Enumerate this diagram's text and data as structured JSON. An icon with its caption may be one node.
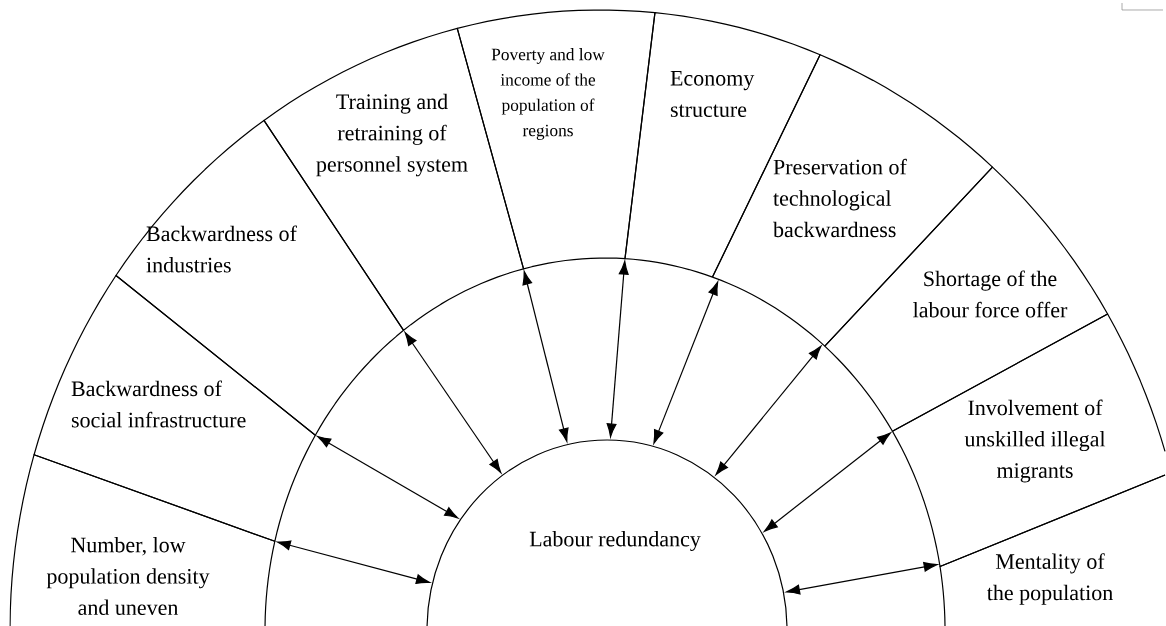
{
  "diagram": {
    "nodes": [
      {
        "text": [
          "Labour redundancy"
        ]
      },
      {
        "text": [
          "Number, low population density and uneven"
        ]
      },
      {
        "text": [
          "Backwardness of social infrastructure"
        ]
      },
      {
        "text": [
          "Backwardness of industries"
        ]
      },
      {
        "text": [
          "Training and retraining of personnel system"
        ]
      },
      {
        "text": [
          "Poverty and low income of the population of regions"
        ]
      },
      {
        "text": [
          "Economy structure"
        ]
      },
      {
        "text": [
          "Preservation of technological backwardness"
        ]
      },
      {
        "text": [
          "Shortage of the labour force offer"
        ]
      },
      {
        "text": [
          "Involvement of unskilled illegal migrants"
        ]
      },
      {
        "text": [
          "Mentality of the population"
        ]
      }
    ],
    "edges": [
      {
        "from": 1,
        "to": 0,
        "arrow": "both"
      },
      {
        "from": 2,
        "to": 0,
        "arrow": "both"
      },
      {
        "from": 4,
        "to": 0,
        "arrow": "both"
      },
      {
        "from": 5,
        "to": 0,
        "arrow": "both"
      },
      {
        "from": 6,
        "to": 0,
        "arrow": "both"
      },
      {
        "from": 7,
        "to": 0,
        "arrow": "both"
      },
      {
        "from": 8,
        "to": 0,
        "arrow": "both"
      },
      {
        "from": 9,
        "to": 0,
        "arrow": "both"
      },
      {
        "from": 10,
        "to": 0,
        "arrow": "both"
      }
    ]
  }
}
